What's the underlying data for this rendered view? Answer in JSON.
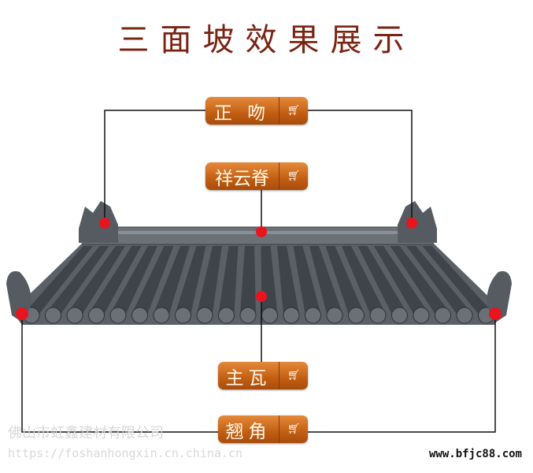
{
  "title": "三面坡效果展示",
  "labels": {
    "zhengwen": "正 吻",
    "xiangyunji": "祥云脊",
    "zhuwa": "主瓦",
    "qiaojiao": "翘角"
  },
  "cart_icon": "shopping-cart-icon",
  "watermark": {
    "company": "佛山市虹鑫建材有限公司",
    "url": "https://foshanhongxin.cn.china.cn"
  },
  "site": "www.bfjc88.com",
  "colors": {
    "title": "#7a2414",
    "button": "#c25e12",
    "dot": "#e8141e",
    "roof": "#4a4f55"
  }
}
